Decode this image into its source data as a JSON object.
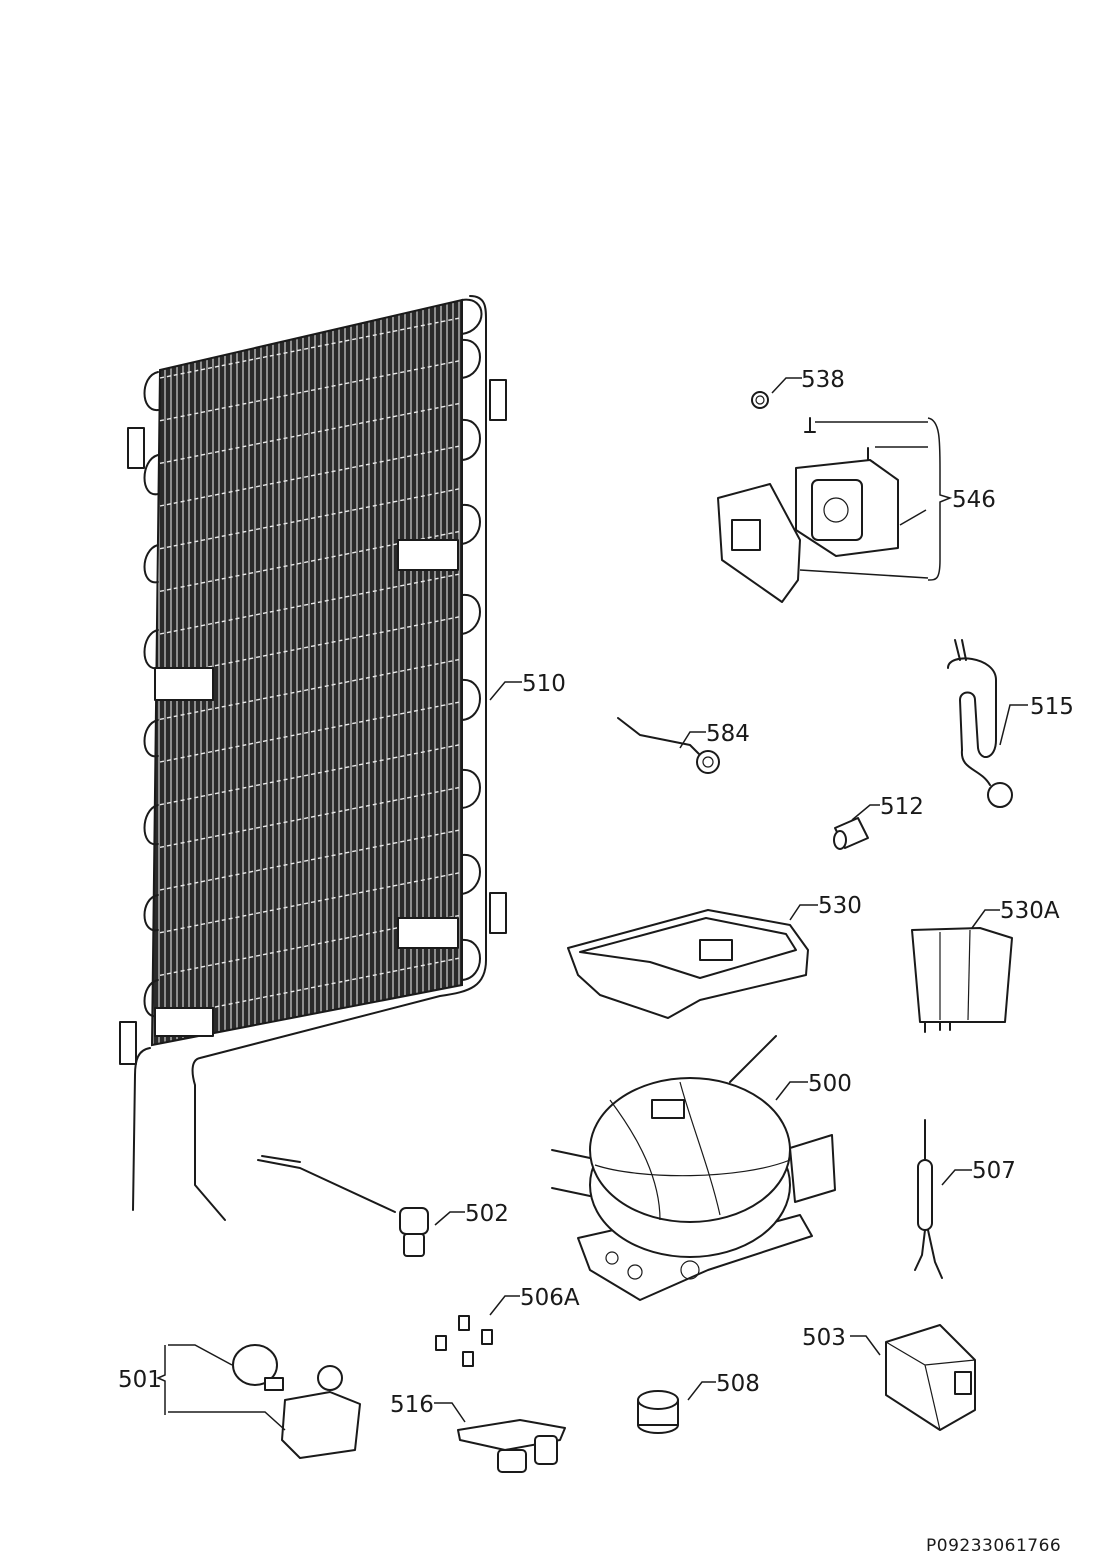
{
  "callouts": [
    {
      "id": "538",
      "text": "538"
    },
    {
      "id": "546",
      "text": "546"
    },
    {
      "id": "510",
      "text": "510"
    },
    {
      "id": "584",
      "text": "584"
    },
    {
      "id": "515",
      "text": "515"
    },
    {
      "id": "512",
      "text": "512"
    },
    {
      "id": "530",
      "text": "530"
    },
    {
      "id": "530A",
      "text": "530A"
    },
    {
      "id": "500",
      "text": "500"
    },
    {
      "id": "507",
      "text": "507"
    },
    {
      "id": "502",
      "text": "502"
    },
    {
      "id": "506A",
      "text": "506A"
    },
    {
      "id": "501",
      "text": "501"
    },
    {
      "id": "503",
      "text": "503"
    },
    {
      "id": "508",
      "text": "508"
    },
    {
      "id": "516",
      "text": "516"
    }
  ],
  "document_id": "P09233061766"
}
